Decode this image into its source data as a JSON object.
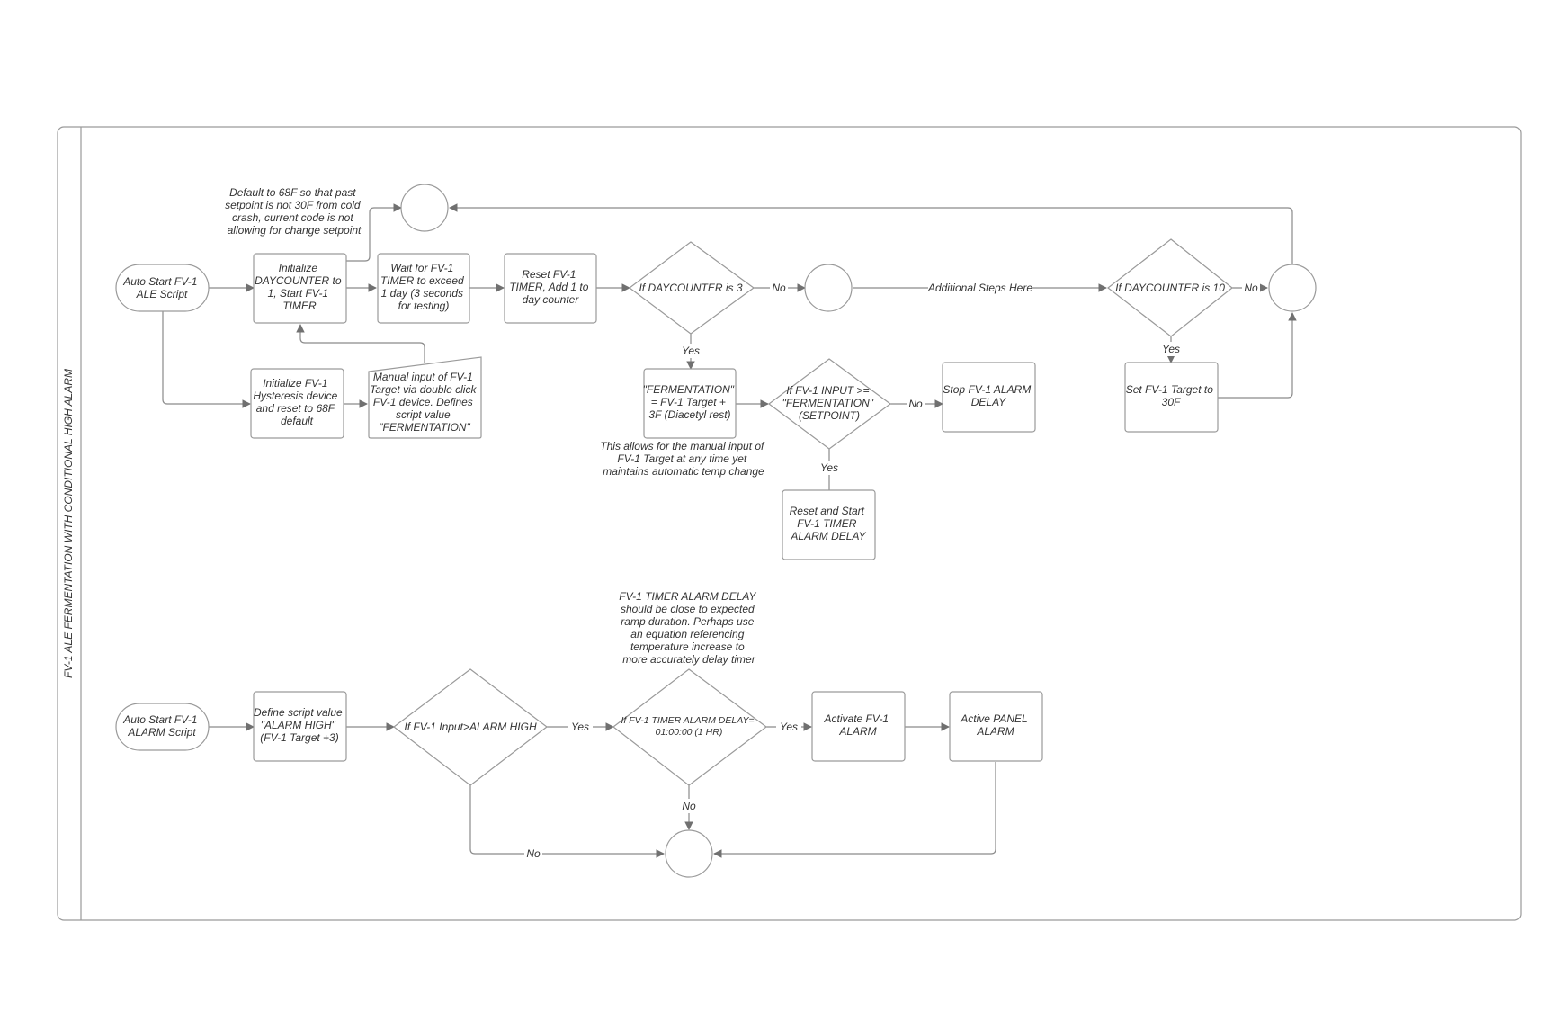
{
  "pool": {
    "title": "FV-1 ALE FERMENTATION WITH CONDITIONAL HIGH ALARM"
  },
  "nodes": {
    "auto_start_ale": [
      "Auto Start FV-1",
      "ALE Script"
    ],
    "init_daycounter": [
      "Initialize",
      "DAYCOUNTER to",
      "1, Start FV-1",
      "TIMER"
    ],
    "wait_timer": [
      "Wait for FV-1",
      "TIMER to exceed",
      "1 day (3 seconds",
      "for testing)"
    ],
    "reset_timer": [
      "Reset FV-1",
      "TIMER, Add 1 to",
      "day counter"
    ],
    "if_daycounter_3": [
      "If  DAYCOUNTER is 3"
    ],
    "if_daycounter_10": [
      "If  DAYCOUNTER is 10"
    ],
    "set_target_30f": [
      "Set FV-1 Target to",
      "30F"
    ],
    "fermentation_value": [
      "\"FERMENTATION\"",
      "= FV-1 Target +",
      "3F (Diacetyl rest)"
    ],
    "if_input_setpoint": [
      "If FV-1 INPUT >=",
      "\"FERMENTATION\"",
      "(SETPOINT)"
    ],
    "stop_alarm_delay": [
      "Stop FV-1 ALARM",
      "DELAY"
    ],
    "reset_alarm_delay": [
      "Reset and Start",
      "FV-1 TIMER",
      "ALARM DELAY"
    ],
    "init_hysteresis": [
      "Initialize FV-1",
      "Hysteresis device",
      "and reset to 68F",
      "default"
    ],
    "manual_input": [
      "Manual input of  FV-1",
      "Target via double click",
      "FV-1 device. Defines",
      "script value",
      "\"FERMENTATION\""
    ],
    "auto_start_alarm": [
      "Auto Start FV-1",
      "ALARM Script"
    ],
    "define_alarm_high": [
      "Define script value",
      "\"ALARM HIGH\"",
      "(FV-1 Target +3)"
    ],
    "if_input_alarm_high": [
      "If FV-1 Input>ALARM HIGH"
    ],
    "if_timer_alarm_delay": [
      "If FV-1 TIMER ALARM DELAY=",
      "01:00:00 (1 HR)"
    ],
    "activate_alarm": [
      "Activate FV-1",
      "ALARM"
    ],
    "active_panel_alarm": [
      "Active PANEL",
      "ALARM"
    ]
  },
  "annotations": {
    "default_68f": [
      "Default to 68F so that  past",
      "setpoint is not 30F from cold",
      "crash, current code is not",
      "allowing for change setpoint"
    ],
    "manual_note": [
      "This allows for the manual input of",
      "FV-1 Target at any time yet",
      "maintains automatic temp change"
    ],
    "timer_note": [
      "FV-1 TIMER ALARM DELAY",
      "should be close to expected",
      "ramp  duration. Perhaps use",
      "an equation referencing",
      "temperature increase to",
      "more accurately delay timer"
    ]
  },
  "edge_labels": {
    "no": "No",
    "yes": "Yes",
    "additional_steps": "Additional Steps Here"
  }
}
